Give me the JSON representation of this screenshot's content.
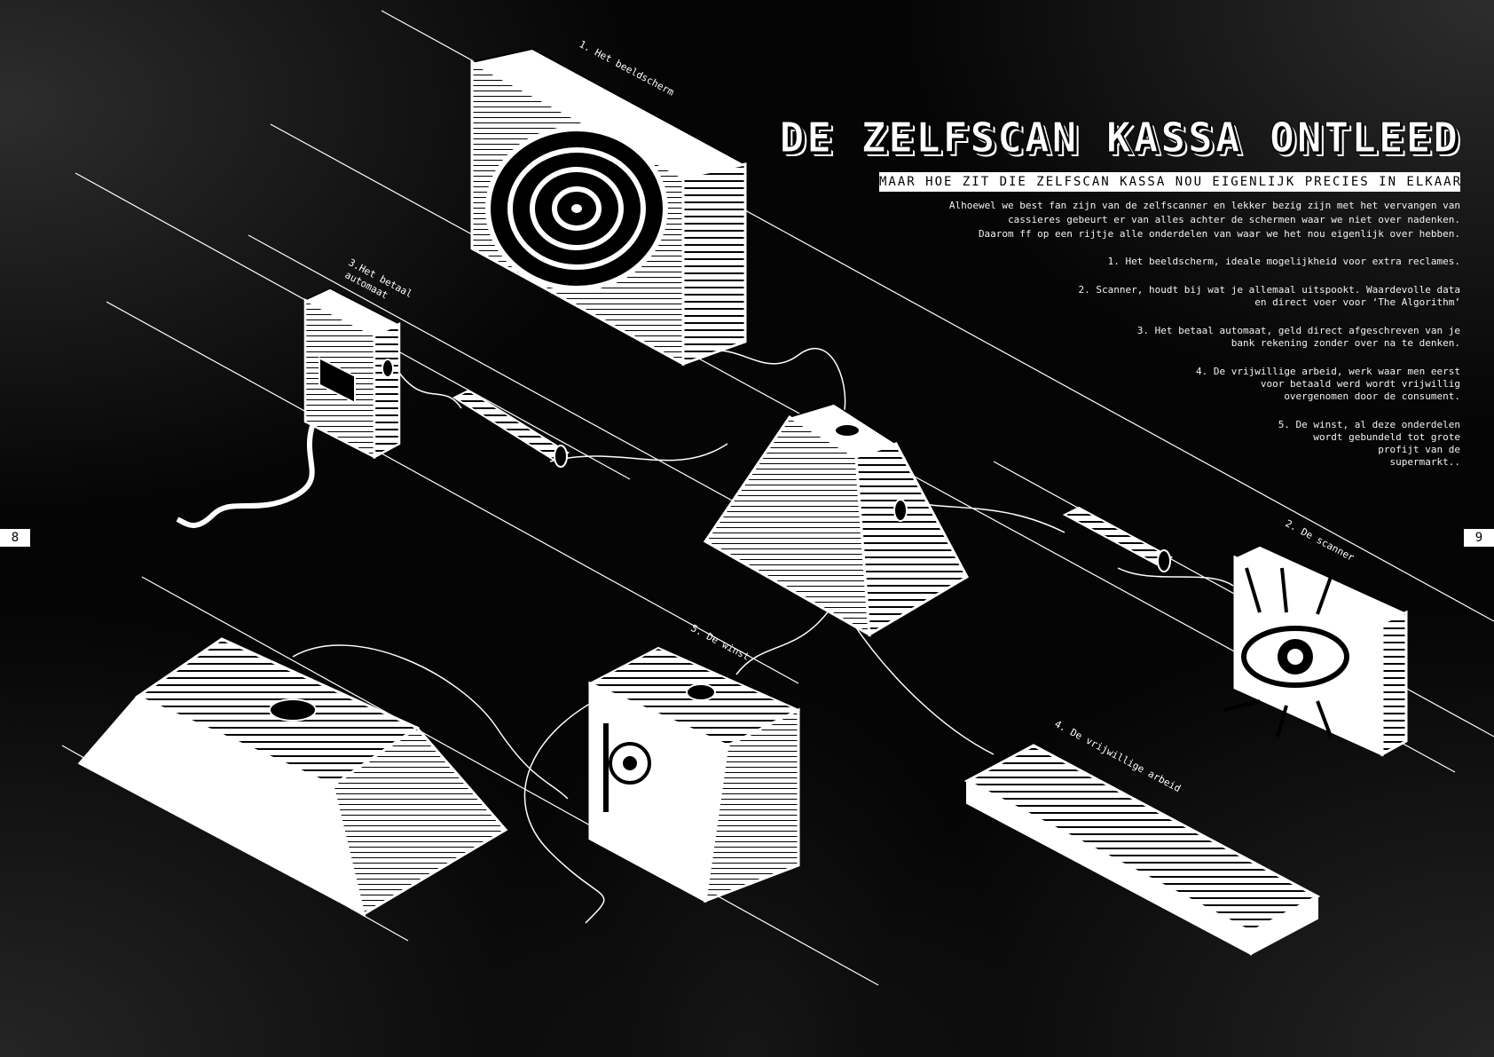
{
  "title": "DE ZELFSCAN KASSA ONTLEED",
  "subtitle": "MAAR HOE ZIT DIE ZELFSCAN KASSA NOU EIGENLIJK PRECIES IN ELKAAR?",
  "intro": [
    "Alhoewel we best fan zijn van de zelfscanner en lekker bezig zijn met het vervangen van",
    "cassieres gebeurt er van alles achter de schermen waar we niet over nadenken.",
    "Daarom ff op een rijtje alle onderdelen van waar we het nou eigenlijk over hebben."
  ],
  "items": [
    "1. Het beeldscherm, ideale mogelijkheid voor extra reclames.",
    "2. Scanner, houdt bij wat je allemaal uitspookt. Waardevolle data\nen direct voer voor ‘The Algorithm’",
    "3. Het betaal automaat, geld direct afgeschreven van je\nbank rekening zonder over na te denken.",
    "4. De vrijwillige arbeid, werk waar men eerst\nvoor betaald werd wordt vrijwillig\novergenomen door de consument.",
    "5. De winst, al deze onderdelen\nwordt gebundeld tot grote\nprofijt van de\nsupermarkt.."
  ],
  "labels": {
    "screen": "1. Het beeldscherm",
    "scanner": "2. De scanner",
    "payment_line1": "3.Het betaal",
    "payment_line2": "automaat",
    "labor": "4. De vrijwillige arbeid",
    "profit": "5. De winst"
  },
  "pages": {
    "left": "8",
    "right": "9"
  },
  "colors": {
    "background": "#050505",
    "ink": "#ffffff"
  }
}
